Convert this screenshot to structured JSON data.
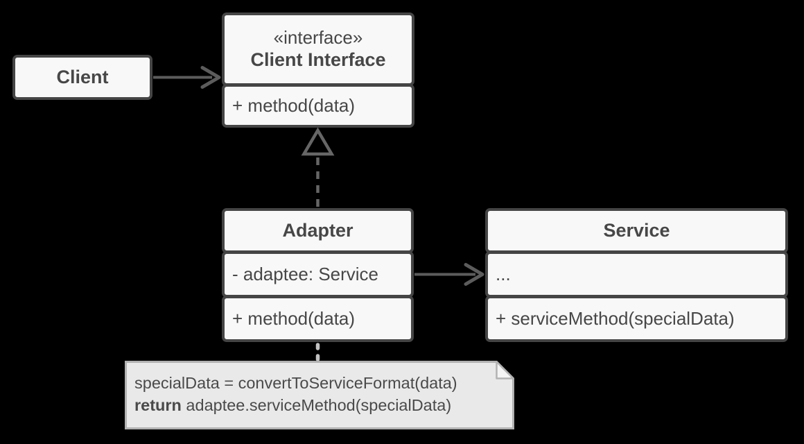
{
  "diagram": {
    "type": "uml-class-diagram",
    "pattern": "Adapter",
    "colors": {
      "background": "#000000",
      "box_fill": "#f8f8f8",
      "box_border": "#454545",
      "box_text": "#474747",
      "connector": "#5c5c5c",
      "realization_dash": "#666666",
      "note_fill": "#e9e9e9",
      "note_border": "#b2b2b2",
      "note_fold_fill": "#f4f4f4",
      "note_connector_dash": "#c2c2c2"
    },
    "classes": {
      "client": {
        "title": "Client"
      },
      "client_interface": {
        "stereotype": "«interface»",
        "title": "Client Interface",
        "methods": [
          "+ method(data)"
        ]
      },
      "adapter": {
        "title": "Adapter",
        "attributes": [
          "- adaptee: Service"
        ],
        "methods": [
          "+ method(data)"
        ]
      },
      "service": {
        "title": "Service",
        "attributes": [
          "..."
        ],
        "methods": [
          "+ serviceMethod(specialData)"
        ]
      }
    },
    "note": {
      "line1": "specialData = convertToServiceFormat(data)",
      "line2_keyword": "return",
      "line2_rest": " adaptee.serviceMethod(specialData)"
    },
    "relationships": [
      {
        "from": "Client",
        "to": "Client Interface",
        "type": "association-arrow"
      },
      {
        "from": "Adapter",
        "to": "Client Interface",
        "type": "realization-dashed-hollow-triangle"
      },
      {
        "from": "Adapter",
        "to": "Service",
        "type": "association-arrow"
      },
      {
        "from": "Adapter",
        "to": "note",
        "type": "dashed-note-anchor"
      }
    ]
  }
}
